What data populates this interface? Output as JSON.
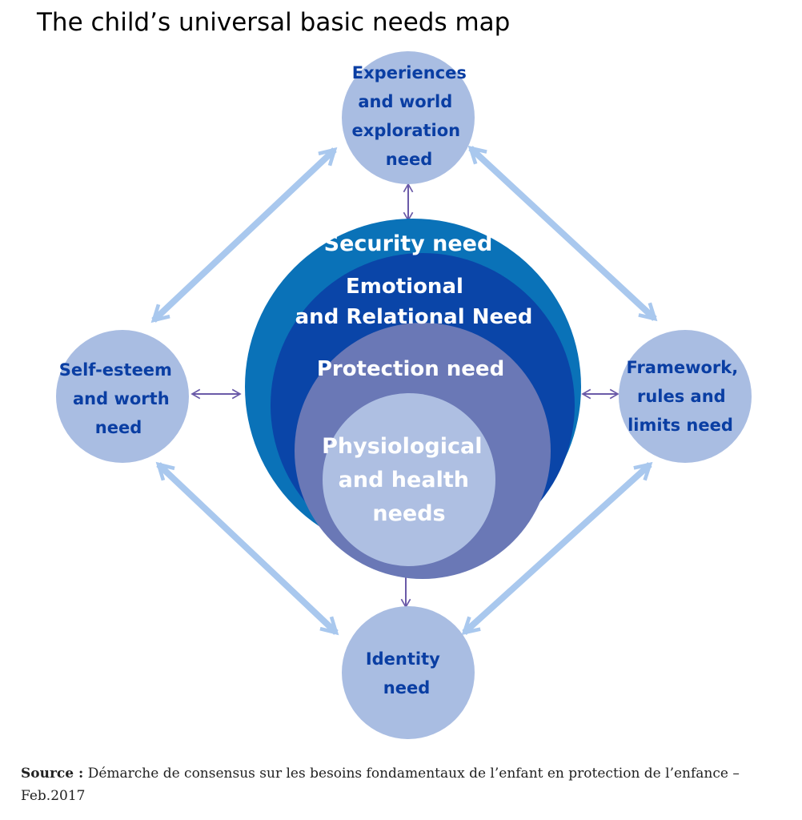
{
  "title": "The child’s universal basic needs map",
  "center": {
    "rings": [
      "Security need",
      "Emotional and Relational Need",
      "Protection need",
      "Physiological and health needs"
    ],
    "colors": [
      "#0a72b8",
      "#0a45a8",
      "#6a78b6",
      "#aebfe2"
    ]
  },
  "outer_needs": {
    "top": "Experiences and world exploration need",
    "left": "Self-esteem and worth need",
    "right": "Framework, rules and limits need",
    "bottom": "Identity need"
  },
  "colors": {
    "outer_fill": "#a9bde2",
    "outer_text": "#0a3ea3",
    "diagonal_arrow": "#a9c8ee",
    "small_arrow": "#6a5aa8"
  },
  "source": {
    "label": "Source :",
    "text": "Démarche de consensus sur les besoins fondamentaux de l’enfant en protection de l’enfance –",
    "date": "Feb.2017"
  }
}
